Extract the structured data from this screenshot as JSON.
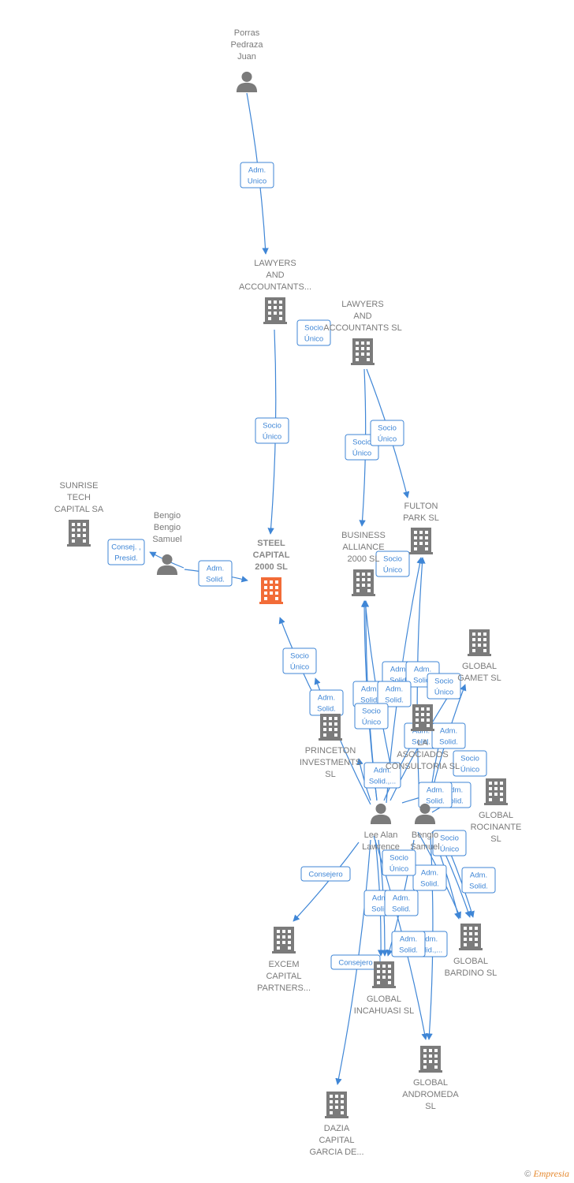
{
  "colors": {
    "edge": "#3f86d6",
    "node": "#7b7b7b",
    "focus_node": "#f26c38",
    "label": "#7a7a7a"
  },
  "nodes": [
    {
      "id": "porras",
      "kind": "person",
      "lines": [
        "Porras",
        "Pedraza",
        "Juan"
      ]
    },
    {
      "id": "lawyers1",
      "kind": "company",
      "lines": [
        "LAWYERS",
        "AND",
        "ACCOUNTANTS..."
      ]
    },
    {
      "id": "lawyers2",
      "kind": "company",
      "lines": [
        "LAWYERS",
        "AND",
        "ACCOUNTANTS SL"
      ]
    },
    {
      "id": "sunrise",
      "kind": "company",
      "lines": [
        "SUNRISE",
        "TECH",
        "CAPITAL SA"
      ]
    },
    {
      "id": "bengio1",
      "kind": "person",
      "lines": [
        "Bengio",
        "Bengio",
        "Samuel"
      ]
    },
    {
      "id": "steel",
      "kind": "company",
      "focus": true,
      "lines": [
        "STEEL",
        "CAPITAL",
        "2000  SL"
      ]
    },
    {
      "id": "fulton",
      "kind": "company",
      "lines": [
        "FULTON",
        "PARK  SL"
      ]
    },
    {
      "id": "business",
      "kind": "company",
      "lines": [
        "BUSINESS",
        "ALLIANCE",
        "2000  SL"
      ]
    },
    {
      "id": "gamet",
      "kind": "company",
      "lines": [
        "GLOBAL",
        "GAMET  SL"
      ]
    },
    {
      "id": "la",
      "kind": "company",
      "lines": [
        "LA",
        "ASOCIADOS",
        "CONSULTORIA SL"
      ]
    },
    {
      "id": "princeton",
      "kind": "company",
      "lines": [
        "PRINCETON",
        "INVESTMENTS",
        "SL"
      ]
    },
    {
      "id": "rocinante",
      "kind": "company",
      "lines": [
        "GLOBAL",
        "ROCINANTE",
        "SL"
      ]
    },
    {
      "id": "lee",
      "kind": "person",
      "lines": [
        "Lee Alan",
        "Lawrence"
      ]
    },
    {
      "id": "bengio2",
      "kind": "person",
      "lines": [
        "Bengio",
        "Samuel"
      ]
    },
    {
      "id": "excem",
      "kind": "company",
      "lines": [
        "EXCEM",
        "CAPITAL",
        "PARTNERS..."
      ]
    },
    {
      "id": "bardino",
      "kind": "company",
      "lines": [
        "GLOBAL",
        "BARDINO  SL"
      ]
    },
    {
      "id": "incahuasi",
      "kind": "company",
      "lines": [
        "GLOBAL",
        "INCAHUASI  SL"
      ]
    },
    {
      "id": "andromeda",
      "kind": "company",
      "lines": [
        "GLOBAL",
        "ANDROMEDA",
        "SL"
      ]
    },
    {
      "id": "dazia",
      "kind": "company",
      "lines": [
        "DAZIA",
        "CAPITAL",
        "GARCIA DE..."
      ]
    }
  ],
  "edges": [
    {
      "from": "porras",
      "to": "lawyers1",
      "label": [
        "Adm.",
        "Unico"
      ]
    },
    {
      "from": "lawyers1",
      "to": "steel",
      "label": [
        "Socio",
        "Único"
      ]
    },
    {
      "from": "lawyers2",
      "to": "steel",
      "label": [
        "Socio",
        "Único"
      ]
    },
    {
      "from": "sunrise",
      "to": "bengio1",
      "label": [
        "Consej. ,",
        "Presid."
      ]
    },
    {
      "from": "bengio1",
      "to": "steel",
      "label": [
        "Adm.",
        "Solid."
      ]
    },
    {
      "from": "lawyers2",
      "to": "business",
      "label": [
        "Socio",
        "Único"
      ]
    },
    {
      "from": "lawyers2",
      "to": "fulton",
      "label": [
        "Socio",
        "Único"
      ]
    },
    {
      "from": "princeton",
      "to": "steel",
      "label": [
        "Socio",
        "Único"
      ]
    },
    {
      "from": "lee",
      "to": "princeton",
      "label": [
        "Adm.",
        "Solid."
      ]
    },
    {
      "from": "bengio2",
      "to": "business",
      "label": [
        "Socio",
        "Único"
      ]
    },
    {
      "from": "lee",
      "to": "fulton",
      "label": [
        "Adm.",
        "Solid."
      ]
    },
    {
      "from": "bengio2",
      "to": "fulton",
      "label": [
        "Adm.",
        "Solid."
      ]
    },
    {
      "from": "lee",
      "to": "business",
      "label": [
        "Adm.",
        "Solid."
      ]
    },
    {
      "from": "bengio2",
      "to": "gamet",
      "label": [
        "Socio",
        "Único"
      ]
    },
    {
      "from": "lee",
      "to": "gamet",
      "label": [
        "Adm.",
        "Solid."
      ]
    },
    {
      "from": "lee",
      "to": "la",
      "label": [
        "Adm.",
        "Solid."
      ]
    },
    {
      "from": "bengio2",
      "to": "la",
      "label": [
        "Adm.",
        "Solid."
      ]
    },
    {
      "from": "bengio2",
      "to": "business",
      "label": [
        "Socio",
        "Único"
      ]
    },
    {
      "from": "lee",
      "to": "princeton",
      "label": [
        "Adm.",
        "Solid.,..."
      ]
    },
    {
      "from": "bengio2",
      "to": "rocinante",
      "label": [
        "Adm.",
        "Solid."
      ]
    },
    {
      "from": "lee",
      "to": "rocinante",
      "label": [
        "Adm.",
        "Solid."
      ]
    },
    {
      "from": "lee",
      "to": "excem",
      "label": [
        "Consejero"
      ]
    },
    {
      "from": "bengio2",
      "to": "bardino",
      "label": [
        "Socio",
        "Único"
      ]
    },
    {
      "from": "lee",
      "to": "bardino",
      "label": [
        "Adm.",
        "Solid."
      ]
    },
    {
      "from": "bengio2",
      "to": "bardino",
      "label": [
        "Socio",
        "Único"
      ]
    },
    {
      "from": "lee",
      "to": "incahuasi",
      "label": [
        "Socio",
        "Único"
      ]
    },
    {
      "from": "lee",
      "to": "incahuasi",
      "label": [
        "Adm.",
        "Solid."
      ]
    },
    {
      "from": "bengio2",
      "to": "incahuasi",
      "label": [
        "Adm.",
        "Solid."
      ]
    },
    {
      "from": "bengio2",
      "to": "bardino",
      "label": [
        "Adm.",
        "Solid."
      ]
    },
    {
      "from": "bengio2",
      "to": "andromeda",
      "label": [
        "Adm.",
        "Solid.,..."
      ]
    },
    {
      "from": "lee",
      "to": "andromeda",
      "label": [
        "Adm.",
        "Solid."
      ]
    },
    {
      "from": "lee",
      "to": "dazia",
      "label": [
        "Consejero"
      ]
    }
  ],
  "footer": {
    "copyright": "©",
    "brand": "Empresia"
  }
}
